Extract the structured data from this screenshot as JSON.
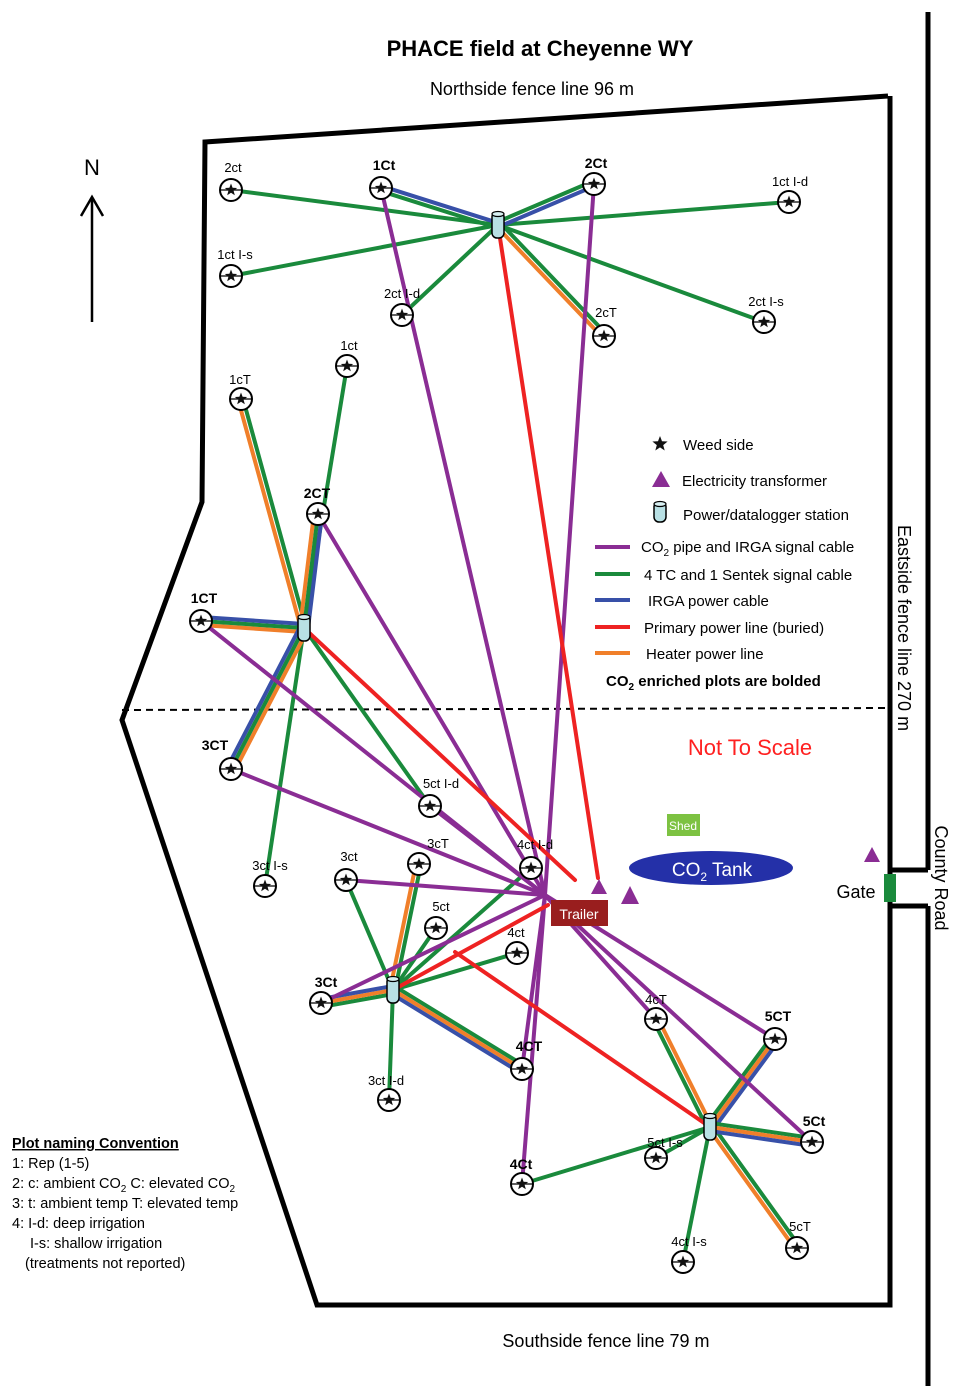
{
  "title": "PHACE field at Cheyenne WY",
  "fences": {
    "north": "Northside fence line 96 m",
    "south": "Southside fence line 79 m",
    "east": "Eastside fence line 270 m"
  },
  "north_arrow": "N",
  "county_road": "County Road",
  "gate": "Gate",
  "not_to_scale": "Not To Scale",
  "shed": "Shed",
  "co2_tank": {
    "prefix": "CO",
    "sub": "2",
    "suffix": " Tank"
  },
  "trailer": "Trailer",
  "colors": {
    "purple": "#8a2d94",
    "green": "#1a8a3c",
    "blue": "#3850a8",
    "red": "#ee2222",
    "orange": "#f07f2a",
    "trailer": "#991e1e",
    "tank": "#2430a8",
    "shed": "#7dc242",
    "gate": "#1a8a3c",
    "not_to_scale": "#ff2020"
  },
  "legend": {
    "weed_side": "Weed side",
    "transformer": "Electricity transformer",
    "station": "Power/datalogger  station",
    "co2_pipe": {
      "prefix": "CO",
      "sub": "2",
      "suffix": " pipe and IRGA signal cable"
    },
    "tc_sentek": "4 TC and 1 Sentek signal cable",
    "irga_power": "IRGA power cable",
    "primary_power": "Primary power line (buried)",
    "heater_power": "Heater power line",
    "bolded_note": {
      "prefix": "CO",
      "sub": "2",
      "suffix": " enriched plots are bolded"
    }
  },
  "naming_convention": {
    "heading": "Plot naming Convention",
    "line1": "1: Rep (1-5)",
    "line2a": "2: c: ambient  CO",
    "line2b": " C: elevated  CO",
    "line2_sub": "2",
    "line3": "3: t: ambient temp T: elevated  temp",
    "line4": "4: I-d: deep irrigation",
    "line5": "I-s: shallow  irrigation",
    "line6": "(treatments  not reported)"
  },
  "plots": [
    {
      "label": "2ct"
    },
    {
      "label": "1Ct",
      "bold": true
    },
    {
      "label": "2Ct",
      "bold": true
    },
    {
      "label": "1ct I-d"
    },
    {
      "label": "1ct I-s"
    },
    {
      "label": "2ct I-d"
    },
    {
      "label": "2cT"
    },
    {
      "label": "2ct I-s"
    },
    {
      "label": "1ct"
    },
    {
      "label": "1cT"
    },
    {
      "label": "2CT",
      "bold": true
    },
    {
      "label": "1CT",
      "bold": true
    },
    {
      "label": "3CT",
      "bold": true
    },
    {
      "label": "5ct I-d"
    },
    {
      "label": "3ct I-s"
    },
    {
      "label": "3ct"
    },
    {
      "label": "3cT"
    },
    {
      "label": "4ct I-d"
    },
    {
      "label": "5ct"
    },
    {
      "label": "4ct"
    },
    {
      "label": "3Ct",
      "bold": true
    },
    {
      "label": "4CT",
      "bold": true
    },
    {
      "label": "3ct I-d"
    },
    {
      "label": "4cT"
    },
    {
      "label": "5CT",
      "bold": true
    },
    {
      "label": "5Ct",
      "bold": true
    },
    {
      "label": "5ct I-s"
    },
    {
      "label": "4Ct",
      "bold": true
    },
    {
      "label": "5cT"
    },
    {
      "label": "4ct I-s"
    }
  ]
}
